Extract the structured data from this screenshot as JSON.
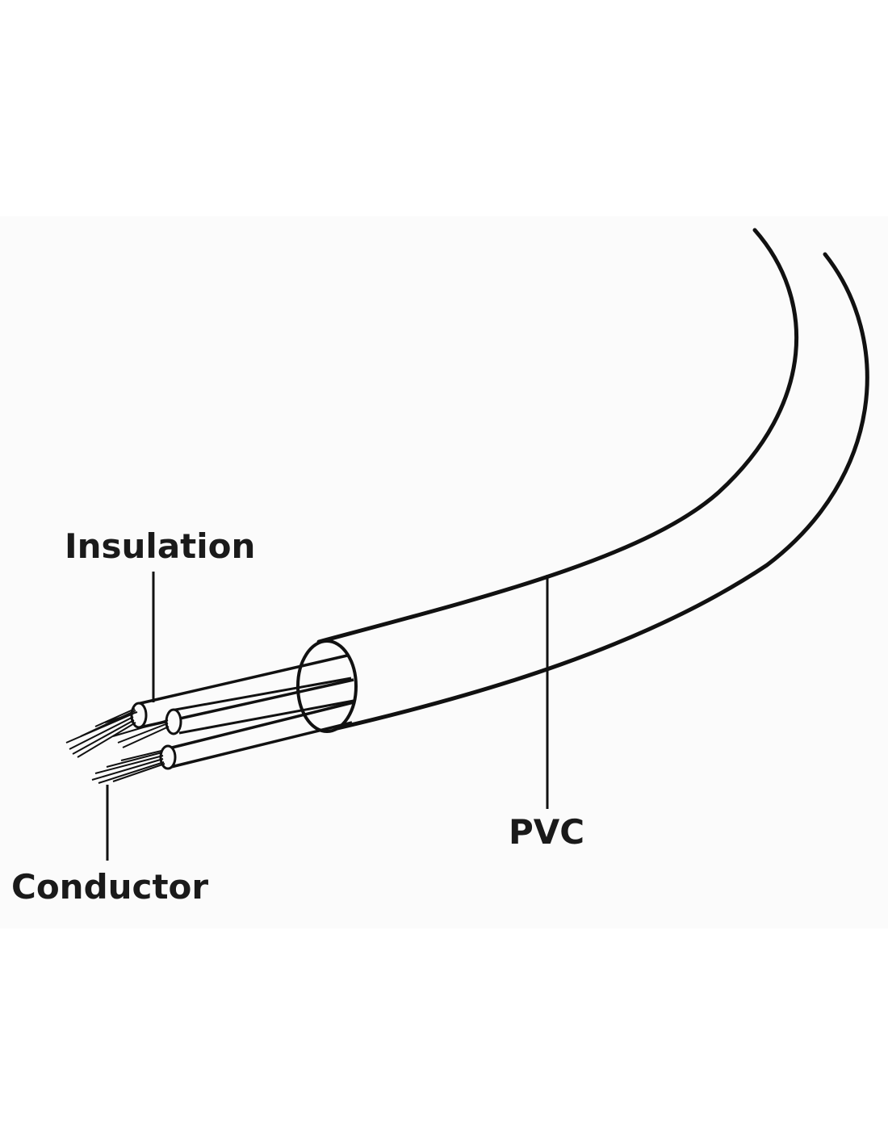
{
  "labels": {
    "insulation": "Insulation",
    "conductor": "Conductor",
    "pvc": "PVC"
  },
  "colors": {
    "background": "#ffffff",
    "panel": "#fbfbfb",
    "stroke": "#111111",
    "text": "#1a1a1a"
  }
}
